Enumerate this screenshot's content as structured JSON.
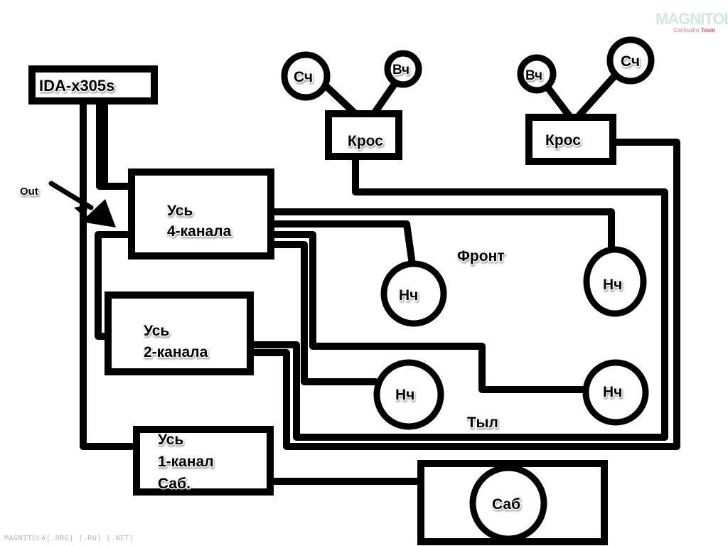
{
  "logo": {
    "main": "MAGNITOLA",
    "sub_left": "CarAudio",
    "sub_right": "Team"
  },
  "watermark": "MAGNITOLA[.ORG] [.RU] [.NET]",
  "labels": {
    "head_unit": "IDA-x305s",
    "out": "Out",
    "amp4_line1": "Усь",
    "amp4_line2": "4-канала",
    "amp2_line1": "Усь",
    "amp2_line2": "2-канала",
    "amp1_line1": "Усь",
    "amp1_line2": "1-канал",
    "amp1_line3": "Саб.",
    "cross_left": "Крос",
    "cross_right": "Крос",
    "mid_left": "Сч",
    "tweeter_left": "Вч",
    "tweeter_right": "Вч",
    "mid_right": "Сч",
    "front": "Фронт",
    "rear": "Тыл",
    "woofer_front_left": "Нч",
    "woofer_front_right": "Нч",
    "woofer_rear_left": "Нч",
    "woofer_rear_right": "Нч",
    "subwoofer": "Саб"
  },
  "colors": {
    "line": "#000000",
    "background": "#ffffff",
    "watermark": "#b8b8b8"
  }
}
